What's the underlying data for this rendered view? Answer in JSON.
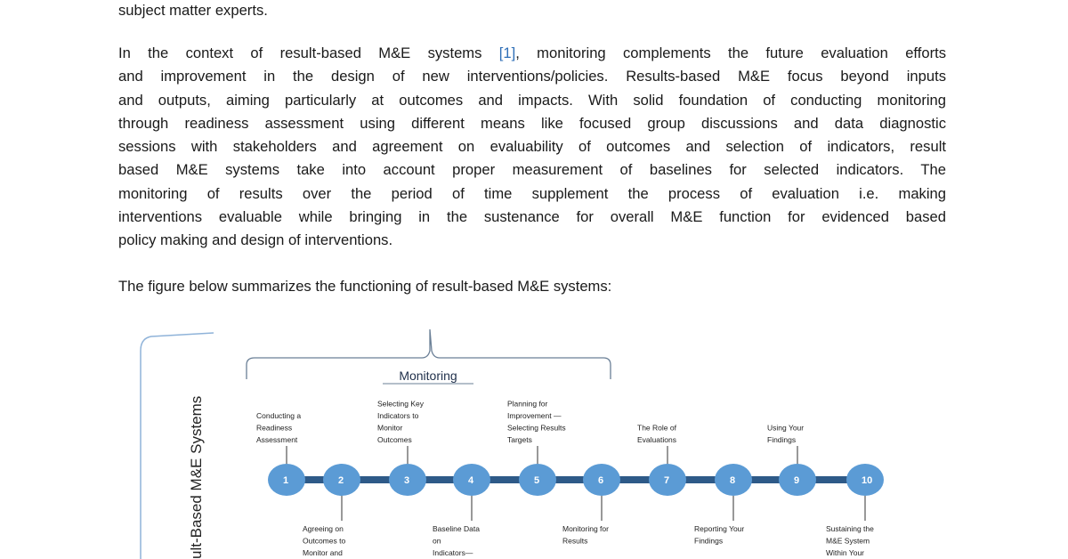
{
  "document": {
    "line_top": "subject matter experts.",
    "paragraph": {
      "intro": "In the context of result-based M&E systems ",
      "citation": "[1]",
      "lines_after_citation_first": ", monitoring complements the future evaluation efforts",
      "lines": [
        "and improvement in the design of new interventions/policies. Results-based M&E focus beyond inputs",
        "and outputs, aiming particularly at outcomes and impacts. With solid foundation of conducting monitoring",
        "through readiness assessment using different means like focused group discussions and data diagnostic",
        "sessions with stakeholders and agreement on evaluability of outcomes and selection of indicators, result",
        "based M&E systems take into account proper measurement of baselines for selected indicators. The",
        "monitoring of results over the period of time supplement the process of evaluation i.e. making",
        "interventions evaluable while bringing in the sustenance for overall M&E function for evidenced based",
        "policy making and design of interventions."
      ]
    },
    "figure_caption": "The figure below summarizes the functioning of result-based M&E systems:"
  },
  "figure": {
    "side_title": "ult-Based M&E Systems",
    "bracket_label": "Monitoring",
    "colors": {
      "node": "#5b9bd5",
      "line": "#2e5a88"
    },
    "steps": [
      {
        "num": "1",
        "label": [
          "Conducting a",
          "Readiness",
          "Assessment"
        ],
        "pos": "top"
      },
      {
        "num": "2",
        "label": [
          "Agreeing on",
          "Outcomes to",
          "Monitor and"
        ],
        "pos": "bottom"
      },
      {
        "num": "3",
        "label": [
          "Selecting Key",
          "Indicators to",
          "Monitor",
          "Outcomes"
        ],
        "pos": "top"
      },
      {
        "num": "4",
        "label": [
          "Baseline Data",
          "on",
          "Indicators—"
        ],
        "pos": "bottom"
      },
      {
        "num": "5",
        "label": [
          "Planning for",
          "Improvement —",
          "Selecting Results",
          "Targets"
        ],
        "pos": "top"
      },
      {
        "num": "6",
        "label": [
          "Monitoring for",
          "Results"
        ],
        "pos": "bottom"
      },
      {
        "num": "7",
        "label": [
          "The Role of",
          "Evaluations"
        ],
        "pos": "top"
      },
      {
        "num": "8",
        "label": [
          "Reporting Your",
          "Findings"
        ],
        "pos": "bottom"
      },
      {
        "num": "9",
        "label": [
          "Using Your",
          "Findings"
        ],
        "pos": "top"
      },
      {
        "num": "10",
        "label": [
          "Sustaining the",
          "M&E System",
          "Within Your"
        ],
        "pos": "bottom"
      }
    ]
  }
}
